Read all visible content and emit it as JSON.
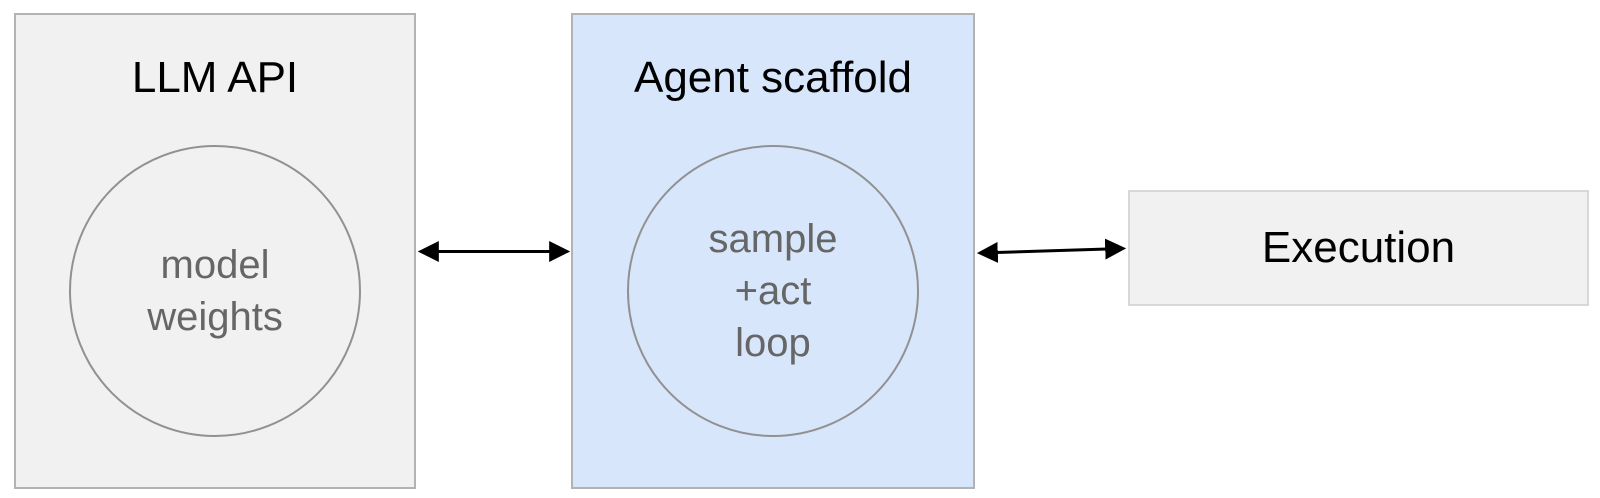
{
  "colors": {
    "gray_box_fill": "#f1f1f2",
    "gray_box_border": "#b3b3b3",
    "blue_box_fill": "#d7e6fb",
    "exec_box_border": "#d8d8d8",
    "circle_border": "#919191",
    "circle_text": "#666666",
    "title_text": "#000000",
    "arrow_color": "#000000"
  },
  "llm_api_box": {
    "title": "LLM API",
    "circle": {
      "lines": [
        "model",
        "weights"
      ]
    }
  },
  "agent_scaffold_box": {
    "title": "Agent scaffold",
    "circle": {
      "lines": [
        "sample",
        "+act",
        "loop"
      ]
    }
  },
  "execution_box": {
    "title": "Execution"
  }
}
